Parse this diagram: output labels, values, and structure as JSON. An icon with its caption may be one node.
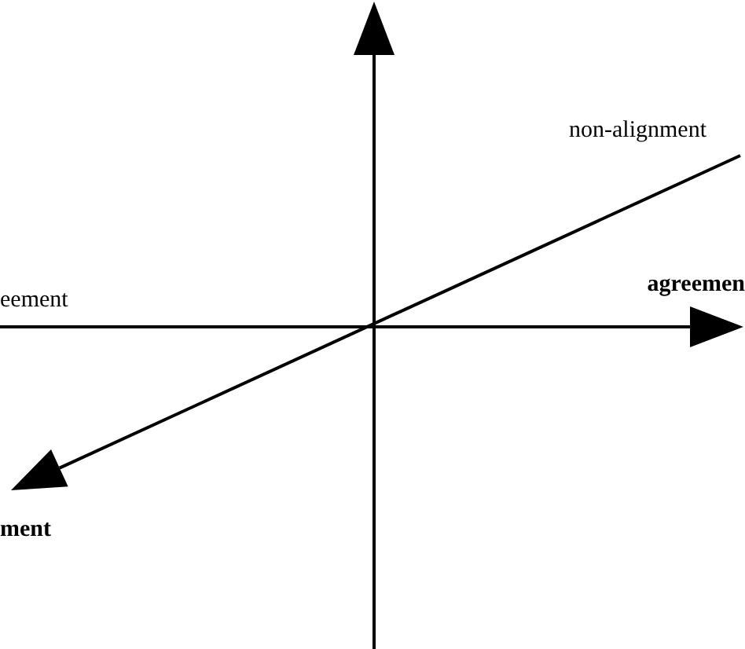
{
  "diagram": {
    "labels": [
      "non-alignment",
      "eement",
      "agreemen",
      "ment"
    ]
  }
}
